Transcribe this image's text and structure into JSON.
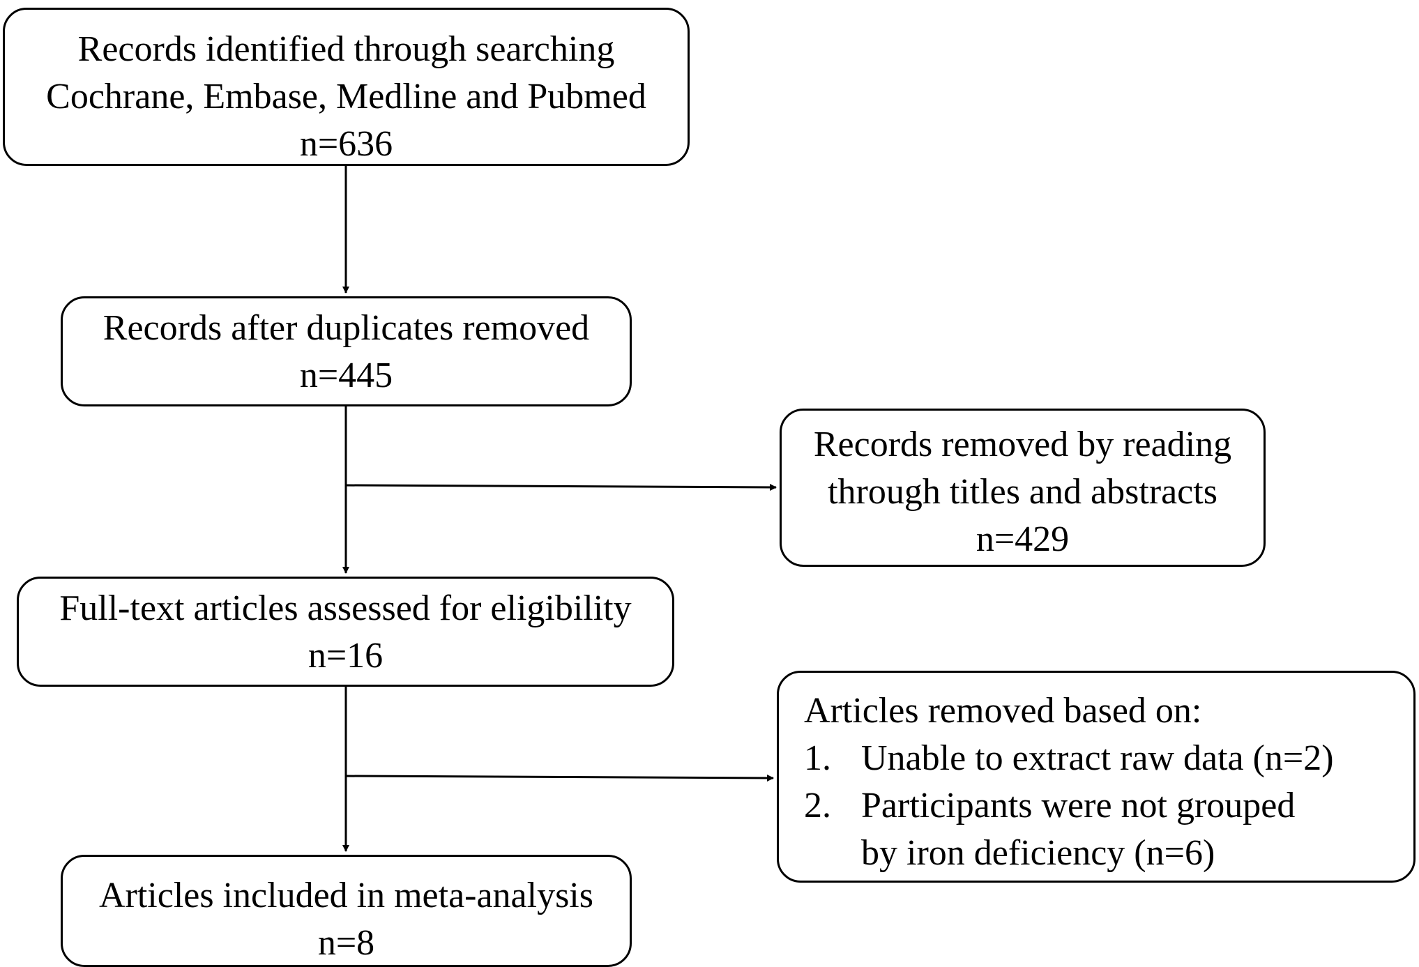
{
  "boxes": {
    "identified": {
      "lines": [
        "Records identified through searching",
        "Cochrane, Embase, Medline and Pubmed"
      ],
      "count": "n=636"
    },
    "after_duplicates": {
      "line": "Records after duplicates removed",
      "count": "n=445"
    },
    "removed_titles": {
      "lines": [
        "Records removed by reading",
        "through titles and abstracts"
      ],
      "count": "n=429"
    },
    "full_text": {
      "line": "Full-text articles assessed for eligibility",
      "count": "n=16"
    },
    "excluded": {
      "heading": "Articles removed based on:",
      "items": [
        {
          "num": "1.",
          "text": "Unable to extract raw data (n=2)"
        },
        {
          "num": "2.",
          "text": "Participants were not grouped",
          "cont": "by iron deficiency (n=6)"
        }
      ]
    },
    "included": {
      "line": "Articles included in meta-analysis",
      "count": "n=8"
    }
  }
}
